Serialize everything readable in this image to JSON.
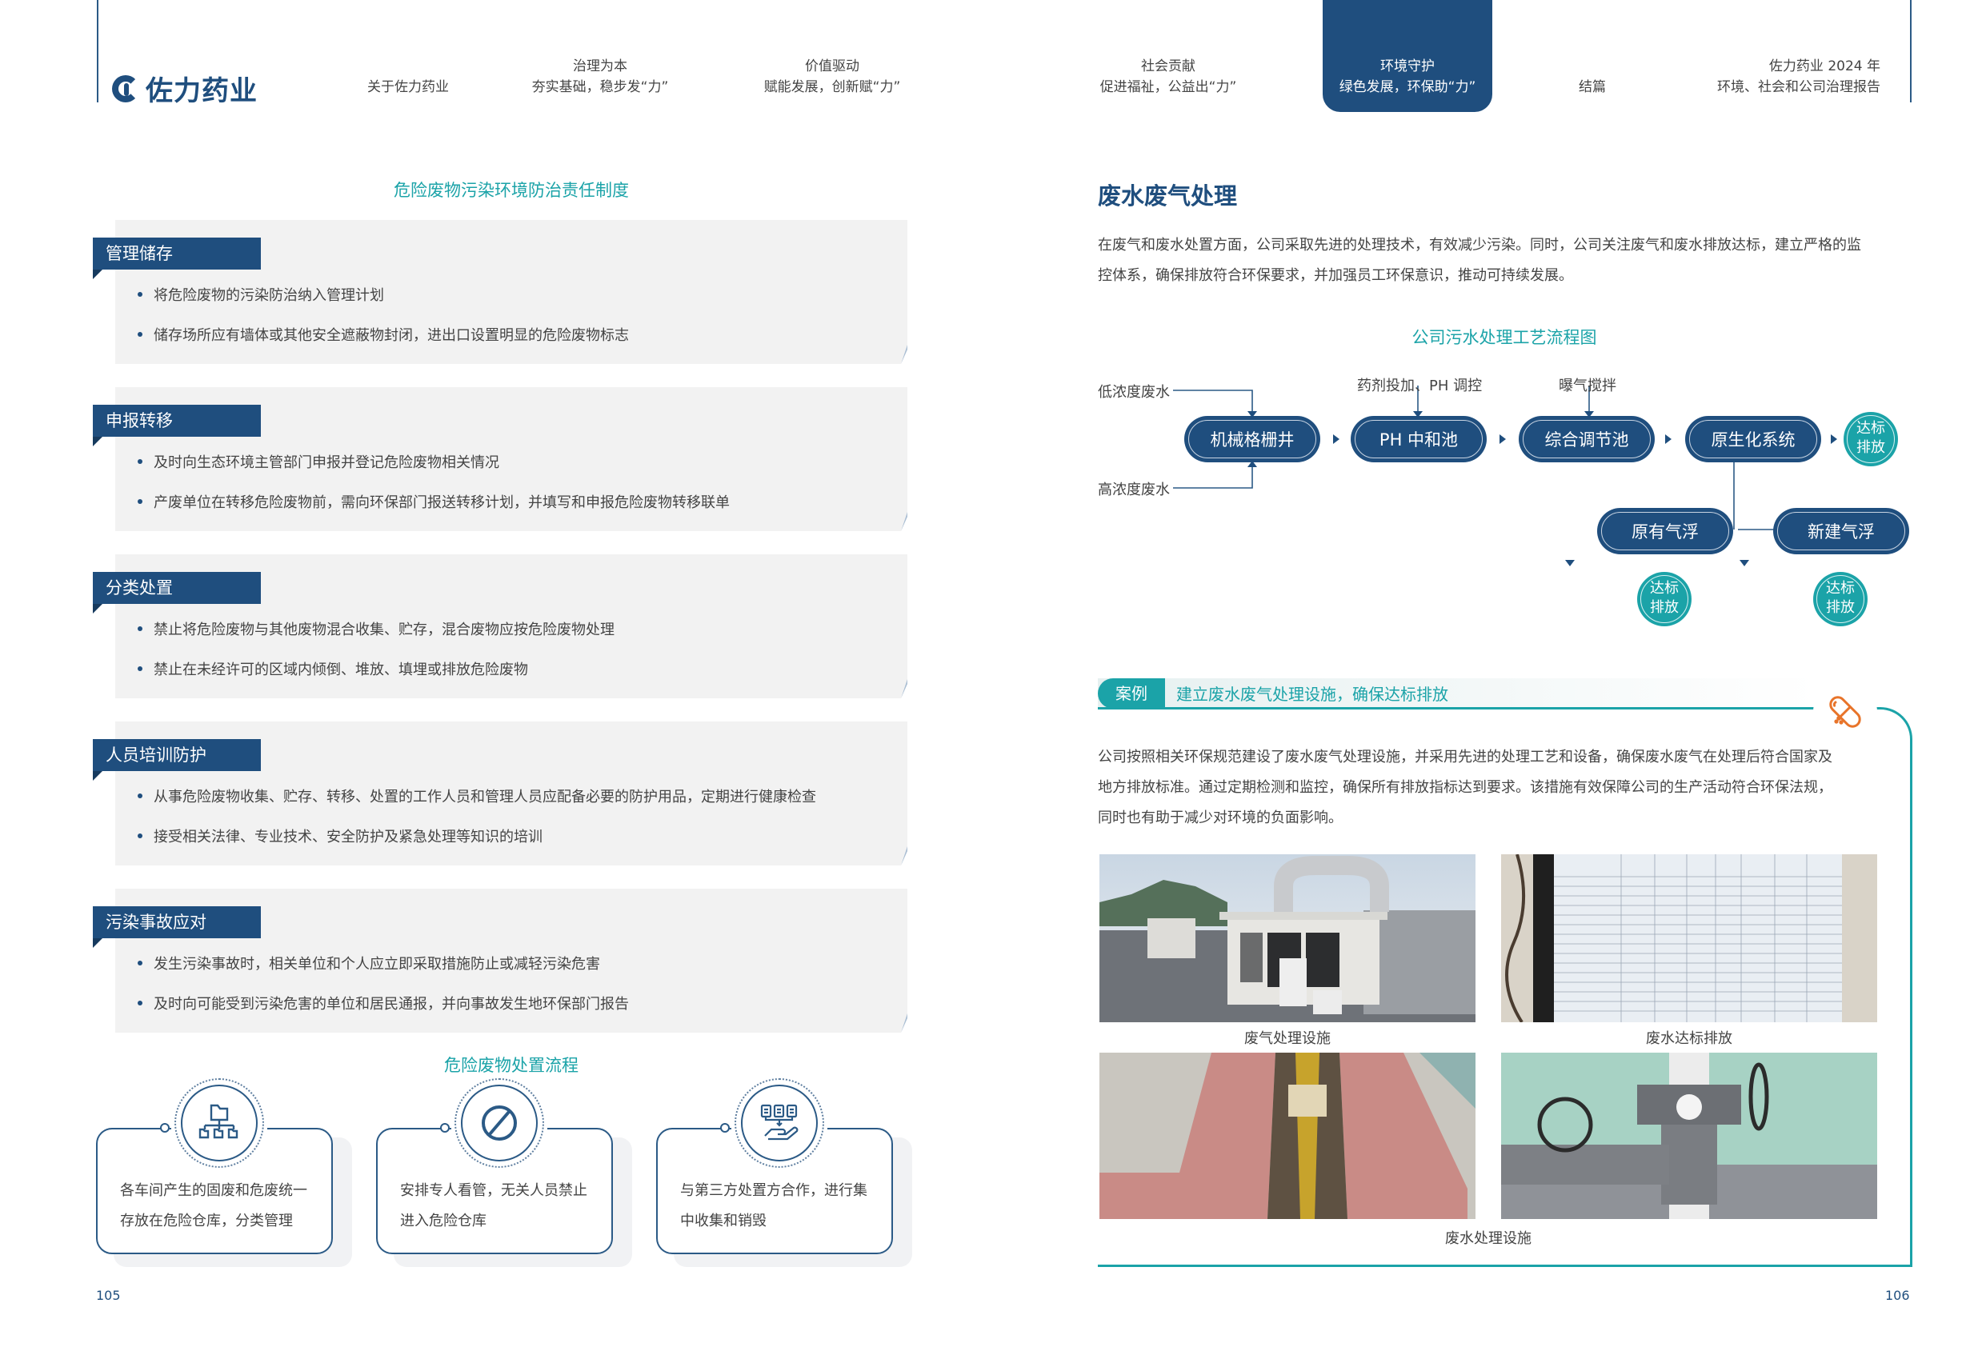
{
  "header": {
    "logo_text": "佐力药业",
    "nav": [
      {
        "line1": "",
        "line2": "关于佐力药业"
      },
      {
        "line1": "治理为本",
        "line2": "夯实基础，稳步发“力”"
      },
      {
        "line1": "价值驱动",
        "line2": "赋能发展，创新赋“力”"
      },
      {
        "line1": "社会贡献",
        "line2": "促进福祉，公益出“力”"
      },
      {
        "line1": "环境守护",
        "line2": "绿色发展，环保助“力”",
        "active": true
      },
      {
        "line1": "",
        "line2": "结篇"
      }
    ],
    "report_title_line1": "佐力药业 2024 年",
    "report_title_line2": "环境、社会和公司治理报告"
  },
  "left_page": {
    "section_title": "危险废物污染环境防治责任制度",
    "panels": [
      {
        "tag": "管理储存",
        "bullets": [
          "将危险废物的污染防治纳入管理计划",
          "储存场所应有墙体或其他安全遮蔽物封闭，进出口设置明显的危险废物标志"
        ]
      },
      {
        "tag": "申报转移",
        "bullets": [
          "及时向生态环境主管部门申报并登记危险废物相关情况",
          "产废单位在转移危险废物前，需向环保部门报送转移计划，并填写和申报危险废物转移联单"
        ]
      },
      {
        "tag": "分类处置",
        "bullets": [
          "禁止将危险废物与其他废物混合收集、贮存，混合废物应按危险废物处理",
          "禁止在未经许可的区域内倾倒、堆放、填埋或排放危险废物"
        ]
      },
      {
        "tag": "人员培训防护",
        "bullets": [
          "从事危险废物收集、贮存、转移、处置的工作人员和管理人员应配备必要的防护用品，定期进行健康检查",
          "接受相关法律、专业技术、安全防护及紧急处理等知识的培训"
        ]
      },
      {
        "tag": "污染事故应对",
        "bullets": [
          "发生污染事故时，相关单位和个人应立即采取措施防止或减轻污染危害",
          "及时向可能受到污染危害的单位和居民通报，并向事故发生地环保部门报告"
        ]
      }
    ],
    "flow_title": "危险废物处置流程",
    "flow_cards": [
      {
        "icon": "folder-hierarchy-icon",
        "text_line1": "各车间产生的固废和危废统一",
        "text_line2": "存放在危险仓库，分类管理"
      },
      {
        "icon": "prohibited-icon",
        "text_line1": "安排专人看管，无关人员禁止",
        "text_line2": "进入危险仓库"
      },
      {
        "icon": "servers-to-hand-icon",
        "text_line1": "与第三方处置方合作，进行集",
        "text_line2": "中收集和销毁"
      }
    ],
    "page_number": "105"
  },
  "right_page": {
    "title": "废水废气处理",
    "intro_line1": "在废气和废水处置方面，公司采取先进的处理技术，有效减少污染。同时，公司关注废气和废水排放达标，建立严格的监",
    "intro_line2": "控体系，确保排放符合环保要求，并加强员工环保意识，推动可持续发展。",
    "flowchart": {
      "title": "公司污水处理工艺流程图",
      "inputs": {
        "low": "低浓度废水",
        "high": "高浓度废水"
      },
      "annotations": {
        "ph": "药剂投加、PH 调控",
        "aeration": "曝气搅拌"
      },
      "nodes": [
        "机械格栅井",
        "PH 中和池",
        "综合调节池",
        "原生化系统",
        "原有气浮",
        "新建气浮"
      ],
      "output_label_line1": "达标",
      "output_label_line2": "排放"
    },
    "case": {
      "badge": "案例",
      "title": "建立废水废气处理设施，确保达标排放",
      "para_line1": "公司按照相关环保规范建设了废水废气处理设施，并采用先进的处理工艺和设备，确保废水废气在处理后符合国家及",
      "para_line2": "地方排放标准。通过定期检测和监控，确保所有排放指标达到要求。该措施有效保障公司的生产活动符合环保法规，",
      "para_line3": "同时也有助于减少对环境的负面影响。",
      "photos": [
        {
          "caption": "废气处理设施"
        },
        {
          "caption": "废水达标排放"
        }
      ],
      "bottom_caption": "废水处理设施"
    },
    "page_number": "106"
  },
  "colors": {
    "navy": "#1f4e7e",
    "teal": "#1ba3a8",
    "panel_bg": "#f2f2f2",
    "pill_orange": "#e8742a"
  }
}
